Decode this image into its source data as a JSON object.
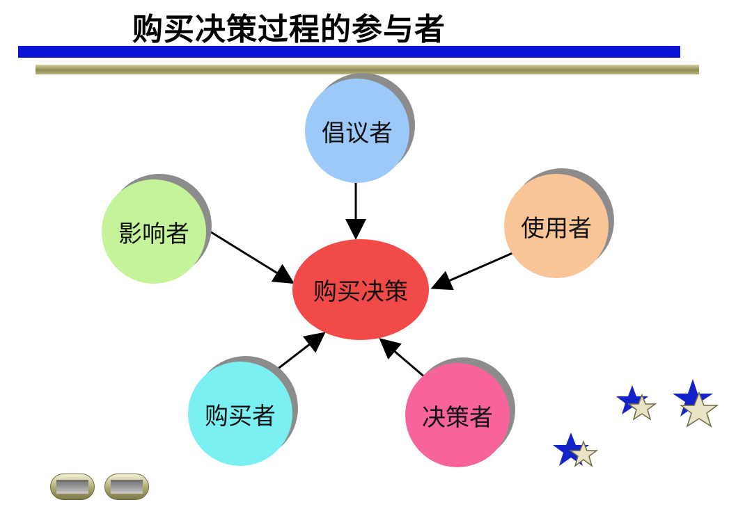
{
  "title": "购买决策过程的参与者",
  "center": {
    "label": "购买决策",
    "color": "#f14a48"
  },
  "nodes": [
    {
      "label": "倡议者",
      "color": "#9cc9f8"
    },
    {
      "label": "影响者",
      "color": "#c5f39a"
    },
    {
      "label": "使用者",
      "color": "#f9c596"
    },
    {
      "label": "购买者",
      "color": "#7af0f2"
    },
    {
      "label": "决策者",
      "color": "#f7639a"
    }
  ],
  "colors": {
    "accent_bar": "#0a13d6",
    "arrow": "#000000"
  },
  "icons": [
    "prev-button",
    "next-button",
    "star-icon"
  ]
}
